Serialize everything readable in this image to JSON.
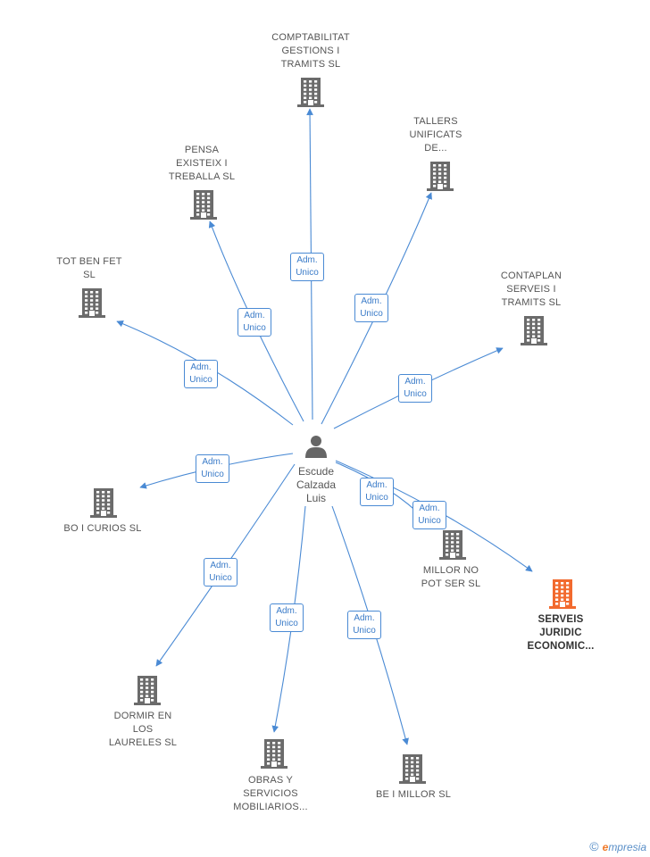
{
  "center": {
    "name": "Escude\nCalzada\nLuis"
  },
  "companies": [
    {
      "id": "c1",
      "name": "COMPTABILITAT\nGESTIONS I\nTRAMITS SL",
      "role": "Adm.\nUnico"
    },
    {
      "id": "c2",
      "name": "TALLERS\nUNIFICATS\nDE...",
      "role": "Adm.\nUnico"
    },
    {
      "id": "c3",
      "name": "PENSA\nEXISTEIX I\nTREBALLA SL",
      "role": "Adm.\nUnico"
    },
    {
      "id": "c4",
      "name": "TOT BEN FET\nSL",
      "role": "Adm.\nUnico"
    },
    {
      "id": "c5",
      "name": "CONTAPLAN\nSERVEIS I\nTRAMITS SL",
      "role": "Adm.\nUnico"
    },
    {
      "id": "c6",
      "name": "BO I CURIOS SL",
      "role": "Adm.\nUnico"
    },
    {
      "id": "c7",
      "name": "MILLOR NO\nPOT SER SL",
      "role": "Adm.\nUnico"
    },
    {
      "id": "c8",
      "name": "SERVEIS\nJURIDIC\nECONOMIC...",
      "role": "Adm.\nUnico",
      "highlight": true
    },
    {
      "id": "c9",
      "name": "DORMIR EN\nLOS\nLAURELES SL",
      "role": "Adm.\nUnico"
    },
    {
      "id": "c10",
      "name": "OBRAS Y\nSERVICIOS\nMOBILIARIOS...",
      "role": "Adm.\nUnico"
    },
    {
      "id": "c11",
      "name": "BE I MILLOR SL",
      "role": "Adm.\nUnico"
    }
  ],
  "colors": {
    "edge": "#4a8ad4",
    "building": "#6b6b6b",
    "highlight": "#f26a2e",
    "person": "#666666"
  },
  "footer": {
    "copyright": "©",
    "brand_e": "e",
    "brand_rest": "mpresia"
  }
}
